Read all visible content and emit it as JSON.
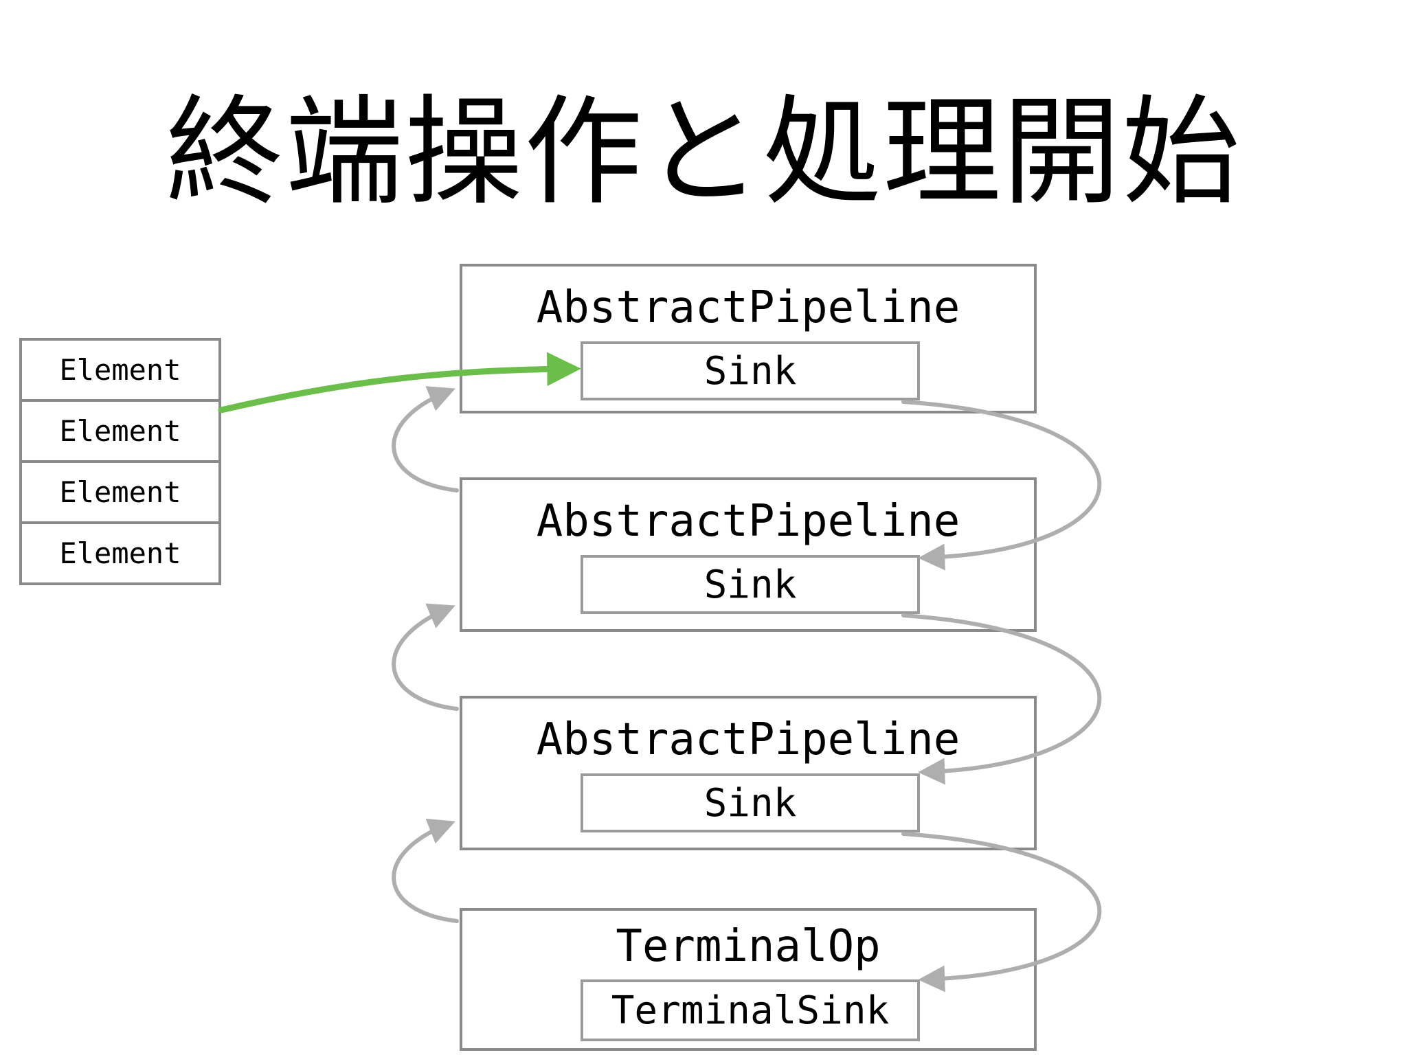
{
  "slide": {
    "title": "終端操作と処理開始"
  },
  "element_stack": {
    "items": [
      "Element",
      "Element",
      "Element",
      "Element"
    ]
  },
  "pipelines": [
    {
      "title": "AbstractPipeline",
      "sink_label": "Sink"
    },
    {
      "title": "AbstractPipeline",
      "sink_label": "Sink"
    },
    {
      "title": "AbstractPipeline",
      "sink_label": "Sink"
    },
    {
      "title": "TerminalOp",
      "sink_label": "TerminalSink"
    }
  ],
  "arrows": {
    "green_flow": {
      "from": "element-stack",
      "to": "pipeline-1-sink"
    },
    "downstream_links": [
      "sink-1 to sink-2",
      "sink-2 to sink-3",
      "sink-3 to terminal-sink"
    ],
    "upstream_links": [
      "pipeline-2 to pipeline-1",
      "pipeline-3 to pipeline-2",
      "pipeline-4 to pipeline-3"
    ]
  },
  "colors": {
    "arrow_green": "#6cbe4a",
    "arrow_gray": "#aeaeae",
    "outer_border": "#8a8a8a",
    "inner_border": "#9b9b9b",
    "text": "#000000",
    "background": "#ffffff"
  }
}
